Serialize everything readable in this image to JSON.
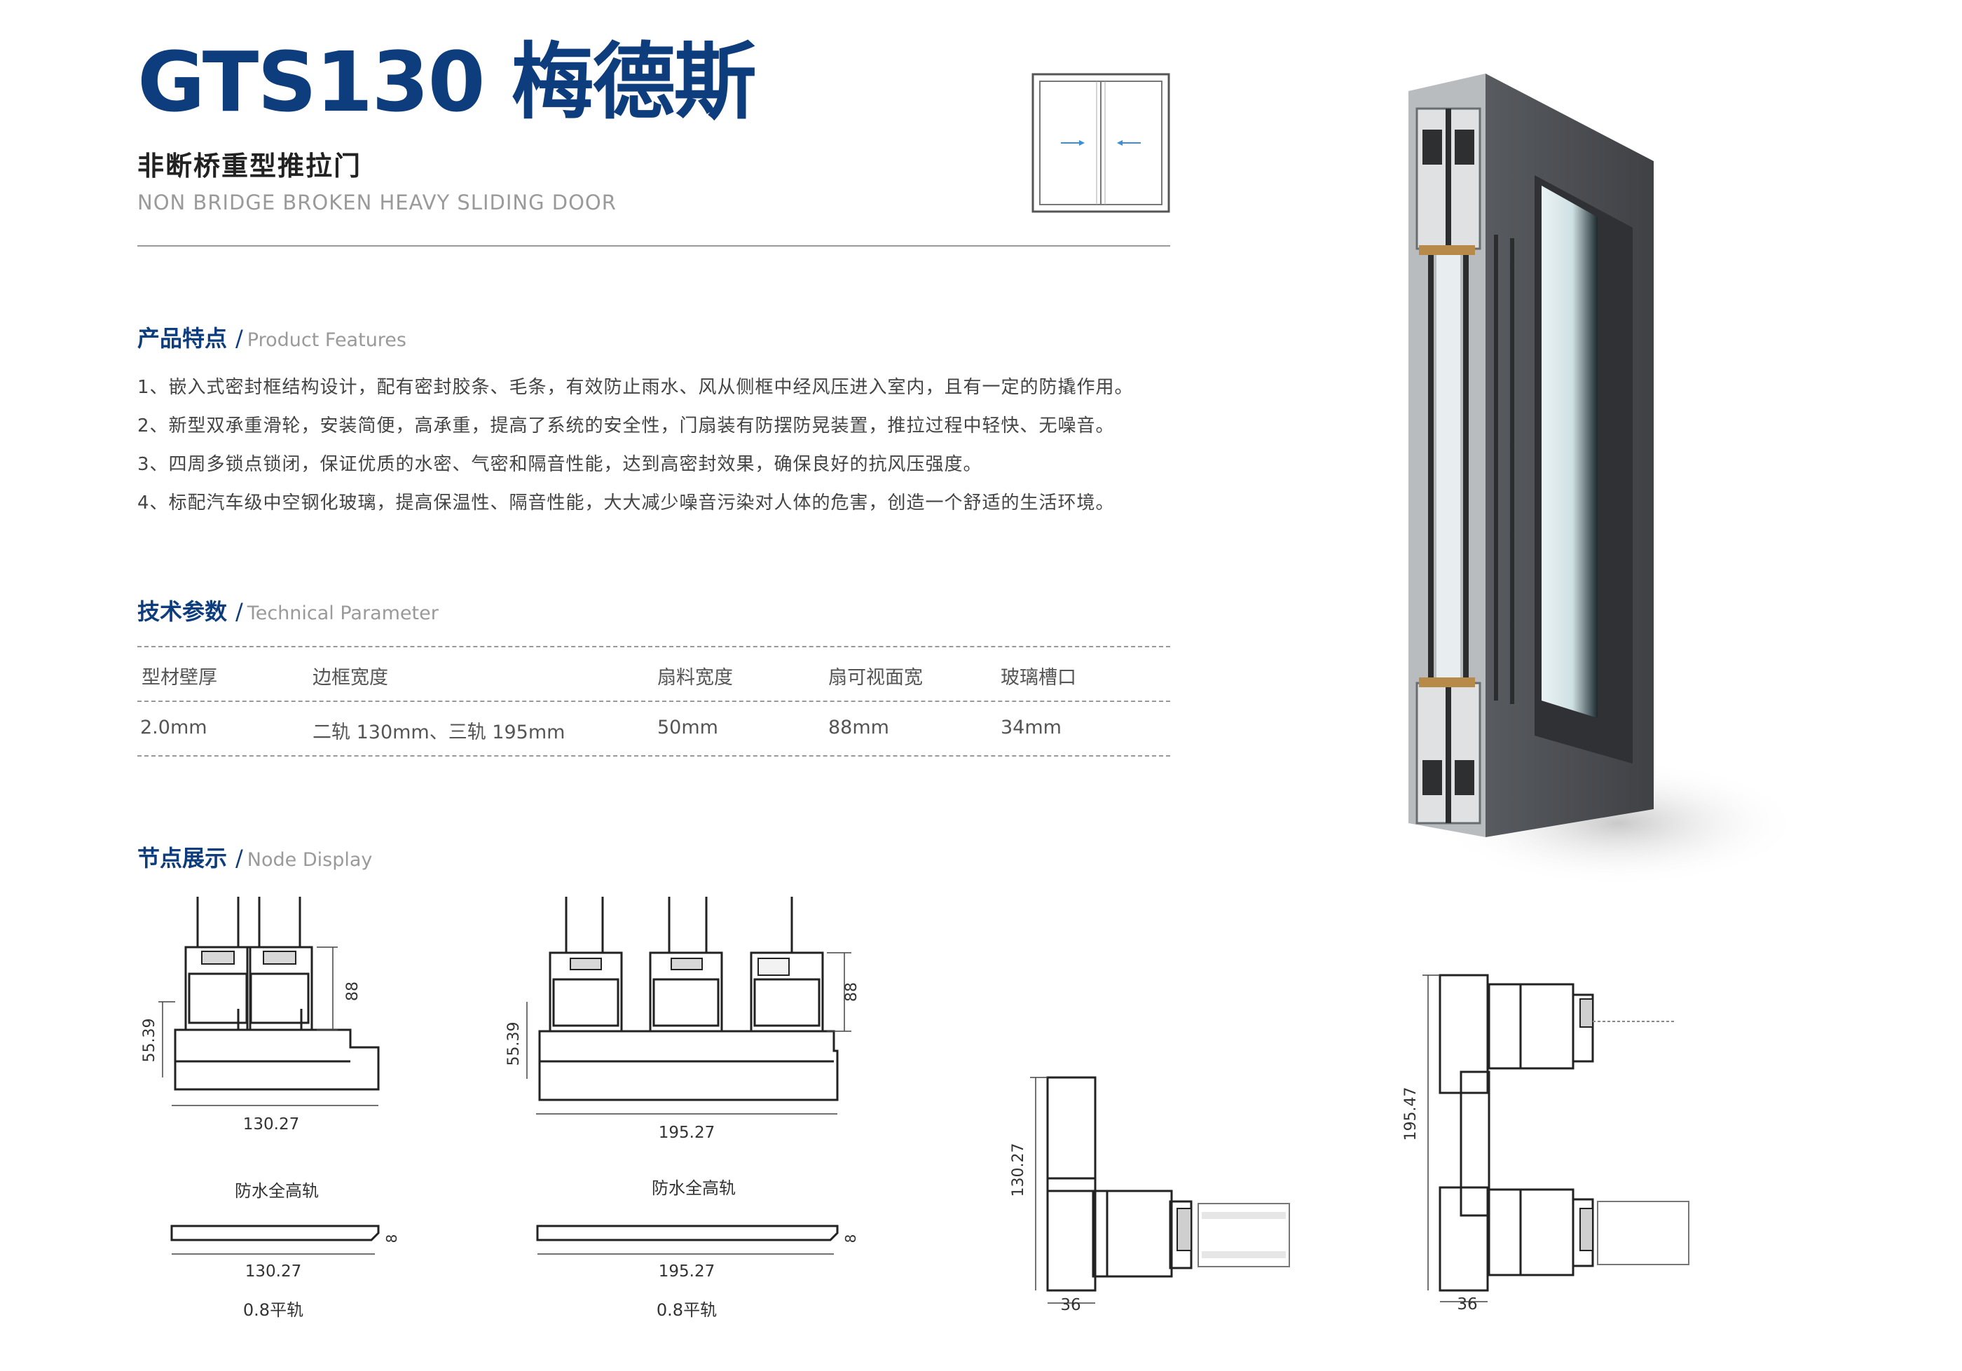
{
  "header": {
    "title": "GTS130 梅德斯",
    "subtitle_cn": "非断桥重型推拉门",
    "subtitle_en": "NON BRIDGE BROKEN HEAVY SLIDING DOOR"
  },
  "features": {
    "heading_cn": "产品特点",
    "slash": "/",
    "heading_en": "Product Features",
    "items": [
      "1、嵌入式密封框结构设计，配有密封胶条、毛条，有效防止雨水、风从侧框中经风压进入室内，且有一定的防撬作用。",
      "2、新型双承重滑轮，安装简便，高承重，提高了系统的安全性，门扇装有防摆防晃装置，推拉过程中轻快、无噪音。",
      "3、四周多锁点锁闭，保证优质的水密、气密和隔音性能，达到高密封效果，确保良好的抗风压强度。",
      "4、标配汽车级中空钢化玻璃，提高保温性、隔音性能，大大减少噪音污染对人体的危害，创造一个舒适的生活环境。"
    ]
  },
  "params": {
    "heading_cn": "技术参数",
    "slash": "/",
    "heading_en": "Technical Parameter",
    "headers": [
      "型材壁厚",
      "边框宽度",
      "扇料宽度",
      "扇可视面宽",
      "玻璃槽口"
    ],
    "values": [
      "2.0mm",
      "二轨 130mm、三轨 195mm",
      "50mm",
      "88mm",
      "34mm"
    ]
  },
  "nodes": {
    "heading_cn": "节点展示",
    "slash": "/",
    "heading_en": "Node Display",
    "d1": {
      "height_88": "88",
      "height_55": "55.39",
      "width": "130.27",
      "caption": "防水全高轨"
    },
    "d2": {
      "height_88": "88",
      "height_55": "55.39",
      "width": "195.27",
      "caption": "防水全高轨"
    },
    "f1": {
      "width": "130.27",
      "thick": "8",
      "caption": "0.8平轨"
    },
    "f2": {
      "width": "195.27",
      "thick": "8",
      "caption": "0.8平轨"
    },
    "d3": {
      "height": "130.27",
      "width": "36"
    },
    "d4": {
      "height": "195.47",
      "width": "36"
    }
  },
  "colors": {
    "brand_blue": "#0e3d7e",
    "arrow_blue": "#3a8fd8",
    "frame_gray": "#4b4d50"
  }
}
